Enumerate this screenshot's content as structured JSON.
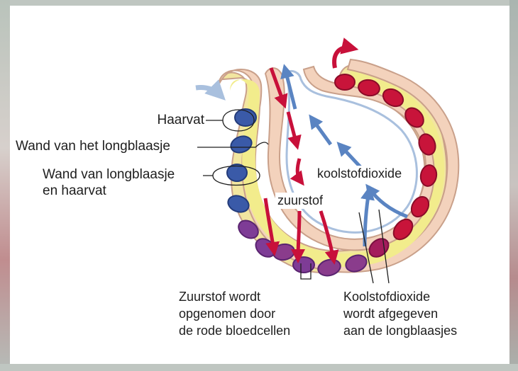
{
  "labels": {
    "haarvat": "Haarvat",
    "wand_longblaasje": "Wand van het longblaasje",
    "wand_longblaasje_haarvat_line1": "Wand van longblaasje",
    "wand_longblaasje_haarvat_line2": "en haarvat",
    "koolstofdioxide": "koolstofdioxide",
    "zuurstof": "zuurstof",
    "caption_left_line1": "Zuurstof wordt",
    "caption_left_line2": "opgenomen door",
    "caption_left_line3": "de rode bloedcellen",
    "caption_right_line1": "Koolstofdioxide",
    "caption_right_line2": "wordt afgegeven",
    "caption_right_line3": "aan de longblaasjes"
  },
  "colors": {
    "oxygen_arrow": "#c8103a",
    "co2_arrow": "#5a84c2",
    "inflow_arrow": "#a9c0de",
    "plasma": "#f2ec8c",
    "tissue": "#f3d2bc",
    "tissue_edge": "#c9a08a",
    "rbc_oxygenated": "#c8143a",
    "rbc_deoxygenated": "#7e3c96",
    "rbc_blue": "#3a5aa8"
  }
}
